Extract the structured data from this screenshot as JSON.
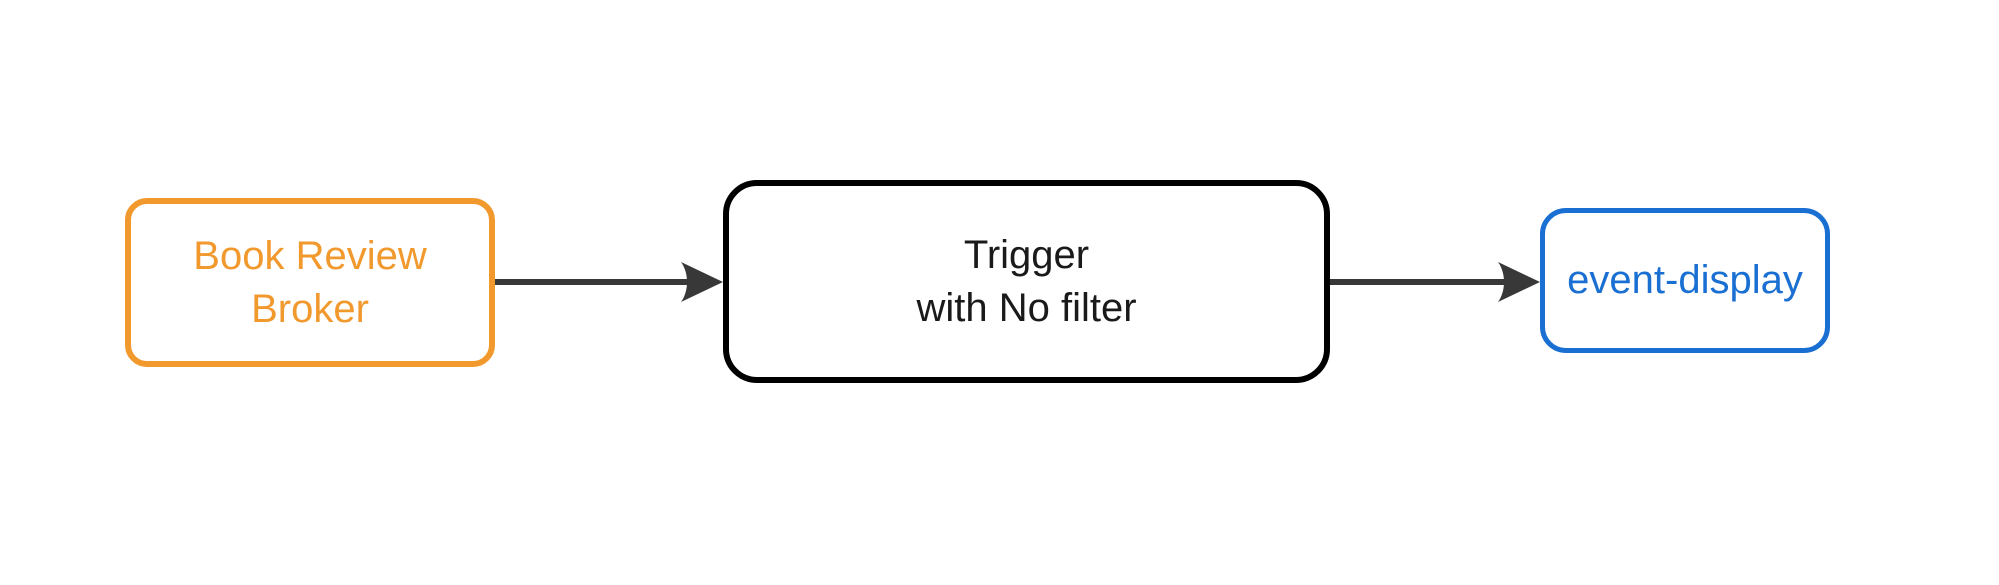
{
  "diagram": {
    "background_color": "#ffffff",
    "nodes": [
      {
        "id": "book-review-broker",
        "label": "Book Review\nBroker",
        "border_color": "#F2992E",
        "text_color": "#F2992E"
      },
      {
        "id": "trigger",
        "label": "Trigger\nwith No filter",
        "border_color": "#000000",
        "text_color": "#1a1a1a"
      },
      {
        "id": "event-display",
        "label": "event-display",
        "border_color": "#1A6FD2",
        "text_color": "#1A6FD2"
      }
    ],
    "edges": [
      {
        "from": "book-review-broker",
        "to": "trigger",
        "arrow_color": "#383838"
      },
      {
        "from": "trigger",
        "to": "event-display",
        "arrow_color": "#383838"
      }
    ]
  }
}
